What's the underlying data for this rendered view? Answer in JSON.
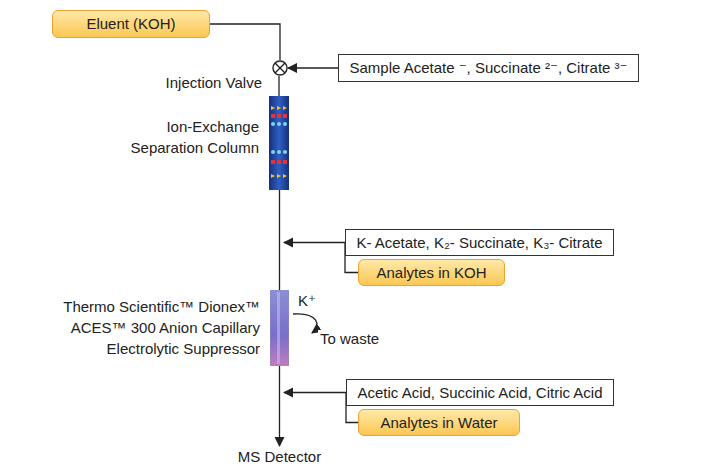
{
  "diagram": {
    "nodes": [
      {
        "text": [
          "Eluent (KOH)"
        ]
      },
      {
        "text": [
          "Sample Acetate ⁻, Succinate ²⁻, Citrate ³⁻"
        ]
      },
      {
        "text": [
          "Injection Valve"
        ]
      },
      {
        "text": [
          "Ion-Exchange Separation Column"
        ]
      },
      {
        "text": [
          "K- Acetate, K₂- Succinate, K₃- Citrate"
        ]
      },
      {
        "text": [
          "Analytes in KOH"
        ]
      },
      {
        "text": [
          "Thermo Scientific™ Dionex™ ACES™ 300 Anion Capillary Electrolytic Suppressor"
        ]
      },
      {
        "text": [
          "Acetic Acid, Succinic Acid, Citric Acid"
        ]
      },
      {
        "text": [
          "Analytes in Water"
        ]
      }
    ],
    "edges": [
      {
        "from": 0,
        "to": 2,
        "arrow": "none"
      },
      {
        "from": 1,
        "to": 2,
        "arrow": "to"
      },
      {
        "from": 2,
        "to": 3,
        "arrow": "none"
      },
      {
        "from": 3,
        "to": 6,
        "arrow": "none"
      }
    ],
    "labels": [
      "K⁺",
      "To waste",
      "MS Detector"
    ]
  }
}
